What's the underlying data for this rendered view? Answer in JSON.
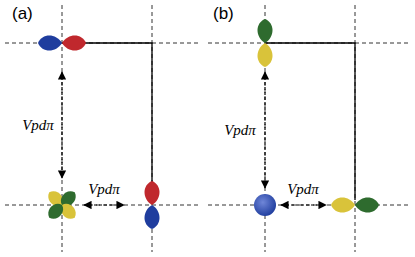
{
  "diagram": {
    "labels": [
      "(a)",
      "(b)",
      "Vpdπ",
      "Vpdπ",
      "Vpdπ",
      "Vpdπ"
    ]
  }
}
